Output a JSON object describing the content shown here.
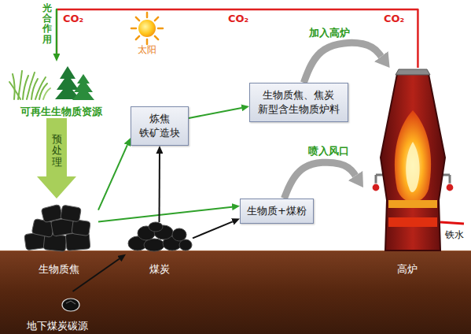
{
  "diagram": {
    "nodes": [
      {
        "text": [
          "可再生生物质资源"
        ]
      },
      {
        "text": [
          "炼焦 铁矿造块"
        ]
      },
      {
        "text": [
          "生物质焦、焦炭 新型含生物质炉料"
        ]
      },
      {
        "text": [
          "生物质+煤粉"
        ]
      },
      {
        "text": [
          "生物质焦"
        ]
      },
      {
        "text": [
          "煤炭"
        ]
      },
      {
        "text": [
          "高炉"
        ]
      },
      {
        "text": [
          "地下煤炭碳源"
        ]
      }
    ],
    "edges": [
      {
        "from": 0,
        "to": 4,
        "arrow": "to",
        "label": "预处理"
      },
      {
        "from": 4,
        "to": 1,
        "arrow": "to"
      },
      {
        "from": 4,
        "to": 3,
        "arrow": "to"
      },
      {
        "from": 5,
        "to": 1,
        "arrow": "to"
      },
      {
        "from": 5,
        "to": 3,
        "arrow": "to"
      },
      {
        "from": 1,
        "to": 2,
        "arrow": "to"
      },
      {
        "from": 7,
        "to": 5,
        "arrow": "to"
      },
      {
        "from": 2,
        "to": 6,
        "arrow": "to",
        "label": "加入高炉"
      },
      {
        "from": 3,
        "to": 6,
        "arrow": "to",
        "label": "喷入风口"
      },
      {
        "from": 6,
        "to": 0,
        "arrow": "to"
      }
    ],
    "labels": [
      "光合作用",
      "CO₂",
      "CO₂",
      "CO₂",
      "太阳",
      "铁水"
    ]
  }
}
